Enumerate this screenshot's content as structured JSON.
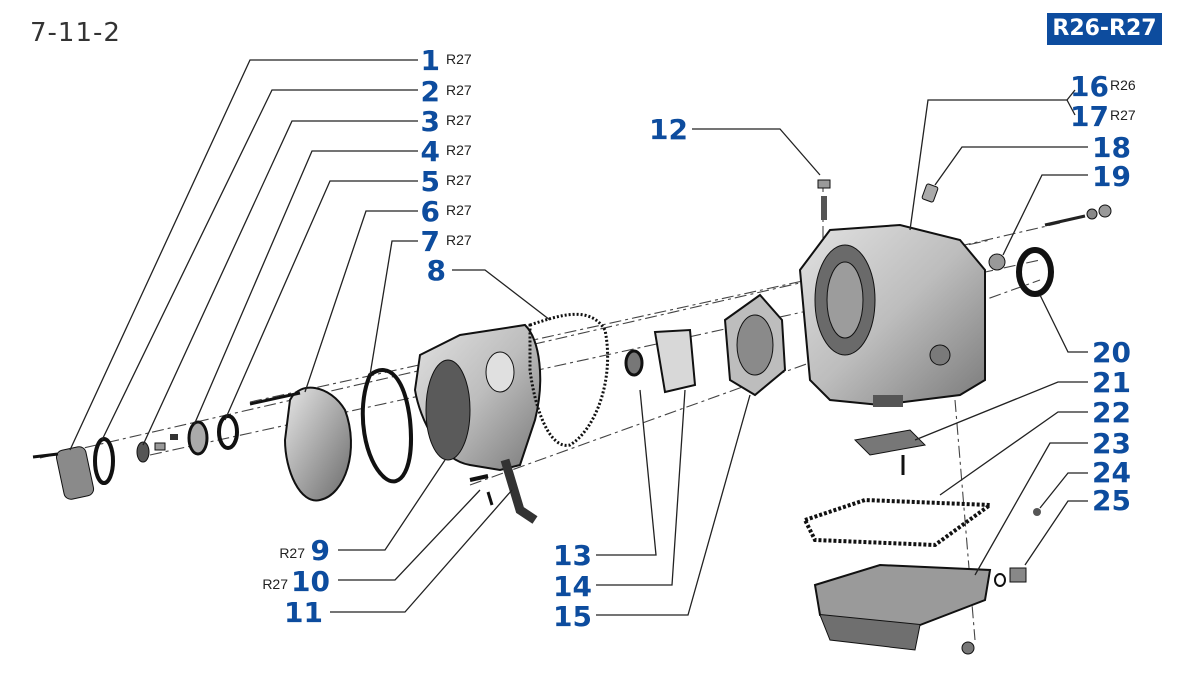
{
  "page_code": "7-11-2",
  "model_badge": "R26-R27",
  "colors": {
    "callout": "#0d4c9e",
    "badge_bg": "#0d4c9e",
    "part_fill": "#c9c9c9",
    "part_dark": "#6e6e6e"
  },
  "callouts": [
    {
      "number": "1",
      "model": "R27"
    },
    {
      "number": "2",
      "model": "R27"
    },
    {
      "number": "3",
      "model": "R27"
    },
    {
      "number": "4",
      "model": "R27"
    },
    {
      "number": "5",
      "model": "R27"
    },
    {
      "number": "6",
      "model": "R27"
    },
    {
      "number": "7",
      "model": "R27"
    },
    {
      "number": "8",
      "model": ""
    },
    {
      "number": "9",
      "model": "R27"
    },
    {
      "number": "10",
      "model": "R27"
    },
    {
      "number": "11",
      "model": ""
    },
    {
      "number": "12",
      "model": ""
    },
    {
      "number": "13",
      "model": ""
    },
    {
      "number": "14",
      "model": ""
    },
    {
      "number": "15",
      "model": ""
    },
    {
      "number": "16",
      "model": "R26"
    },
    {
      "number": "17",
      "model": "R27"
    },
    {
      "number": "18",
      "model": ""
    },
    {
      "number": "19",
      "model": ""
    },
    {
      "number": "20",
      "model": ""
    },
    {
      "number": "21",
      "model": ""
    },
    {
      "number": "22",
      "model": ""
    },
    {
      "number": "23",
      "model": ""
    },
    {
      "number": "24",
      "model": ""
    },
    {
      "number": "25",
      "model": ""
    }
  ]
}
